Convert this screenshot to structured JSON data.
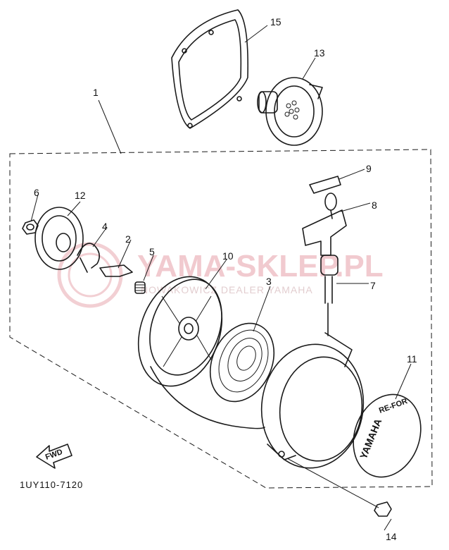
{
  "diagram": {
    "part_code": "1UY110-7120",
    "fwd_label": "FWD",
    "cover_brand": "YAMAHA",
    "cover_text": "RE-FOR",
    "callouts": [
      {
        "id": "c1",
        "label": "1"
      },
      {
        "id": "c2",
        "label": "2"
      },
      {
        "id": "c3",
        "label": "3"
      },
      {
        "id": "c4",
        "label": "4"
      },
      {
        "id": "c5",
        "label": "5"
      },
      {
        "id": "c6",
        "label": "6"
      },
      {
        "id": "c7",
        "label": "7"
      },
      {
        "id": "c8",
        "label": "8"
      },
      {
        "id": "c9",
        "label": "9"
      },
      {
        "id": "c10",
        "label": "10"
      },
      {
        "id": "c11",
        "label": "11"
      },
      {
        "id": "c12",
        "label": "12"
      },
      {
        "id": "c13",
        "label": "13"
      },
      {
        "id": "c14",
        "label": "14"
      },
      {
        "id": "c15",
        "label": "15"
      }
    ]
  },
  "watermark": {
    "title": "YAMA-SKLEP.PL",
    "subtitle": "NOWAKOWICZ DEALER YAMAHA"
  }
}
